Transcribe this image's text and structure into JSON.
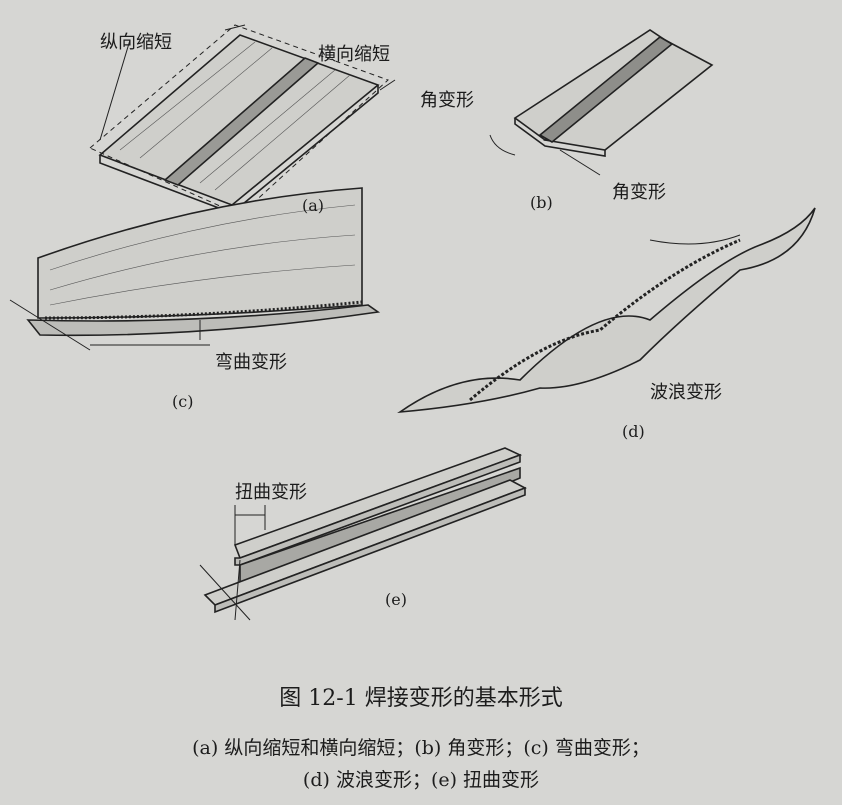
{
  "figure": {
    "labels": {
      "longitudinal_shrink": "纵向缩短",
      "transverse_shrink": "横向缩短",
      "angular_top": "角变形",
      "angular_bottom": "角变形",
      "bending": "弯曲变形",
      "wave": "波浪变形",
      "twist": "扭曲变形"
    },
    "sub_labels": {
      "a": "(a)",
      "b": "(b)",
      "c": "(c)",
      "d": "(d)",
      "e": "(e)"
    },
    "caption": {
      "title": "图 12-1   焊接变形的基本形式",
      "line1": "(a) 纵向缩短和横向缩短；(b) 角变形；(c) 弯曲变形；",
      "line2": "(d) 波浪变形；(e) 扭曲变形"
    }
  }
}
